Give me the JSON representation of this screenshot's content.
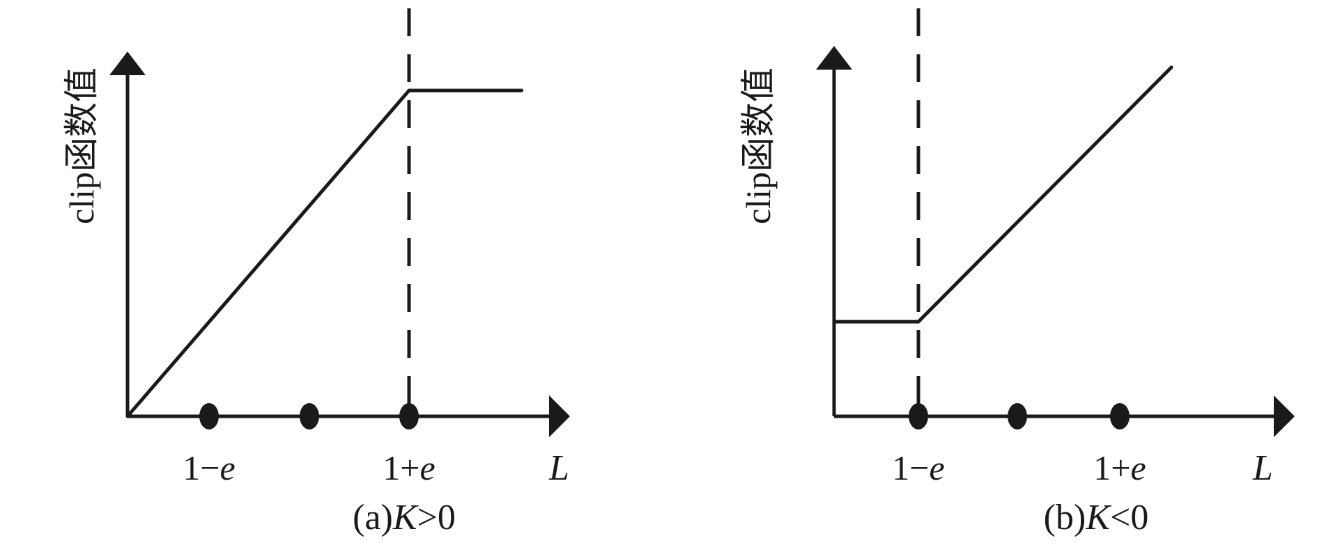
{
  "chart_data": [
    {
      "type": "line",
      "ylabel": "clip函数值",
      "xlabel": "L",
      "x_ticks": [
        {
          "label_main": "",
          "label_var": "",
          "marker": true
        },
        {
          "label_main": "",
          "label_var": "",
          "marker": true
        },
        {
          "label_main": "1+",
          "label_var": "e",
          "marker": true
        }
      ],
      "tick_labels": [
        {
          "main": "1−",
          "var": "e",
          "at_tick": 0
        },
        {
          "main": "1+",
          "var": "e",
          "at_tick": 2
        }
      ],
      "series": [
        {
          "points": [
            [
              0,
              0
            ],
            [
              3,
              1
            ],
            [
              4.2,
              1
            ]
          ]
        }
      ],
      "reference_line_x": 3,
      "xlim": [
        0,
        4.5
      ],
      "ylim": [
        0,
        1.15
      ],
      "caption": {
        "prefix": "(a)",
        "var": "K",
        "suffix": ">0"
      }
    },
    {
      "type": "line",
      "ylabel": "clip函数值",
      "xlabel": "L",
      "x_ticks": [
        {
          "marker": true
        },
        {
          "marker": true
        },
        {
          "marker": true
        }
      ],
      "tick_labels": [
        {
          "main": "1−",
          "var": "e",
          "at_tick": 0
        },
        {
          "main": "1+",
          "var": "e",
          "at_tick": 2
        }
      ],
      "series": [
        {
          "points": [
            [
              0,
              0.45
            ],
            [
              1,
              0.45
            ],
            [
              4,
              1.66
            ]
          ]
        }
      ],
      "reference_line_x": 1,
      "xlim": [
        0,
        4.5
      ],
      "ylim": [
        0,
        1.6
      ],
      "caption": {
        "prefix": "(b)",
        "var": "K",
        "suffix": "<0"
      }
    }
  ]
}
